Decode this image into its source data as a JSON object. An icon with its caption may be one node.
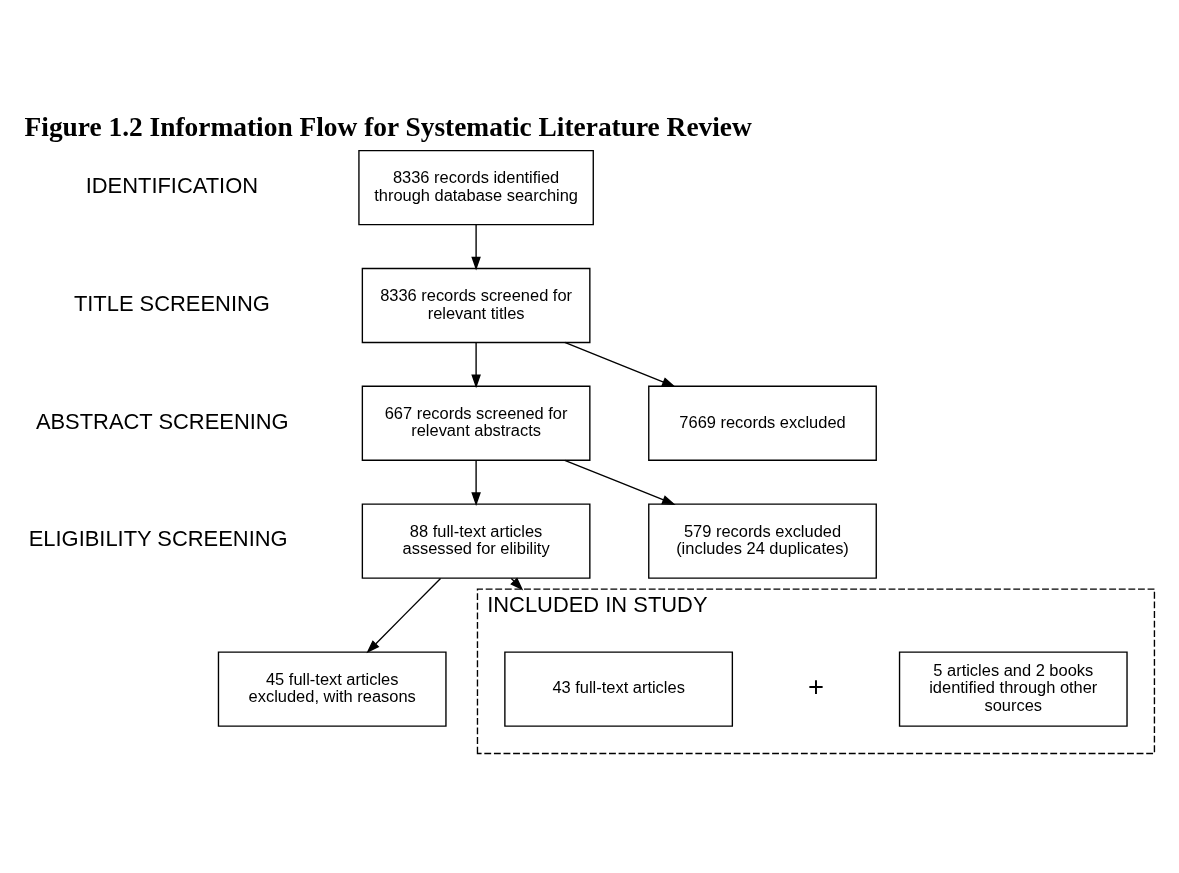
{
  "diagram": {
    "title": "Figure 1.2 Information Flow for Systematic Literature Review",
    "nodes": [
      {
        "text": [
          "8336 records identified through database searching"
        ]
      },
      {
        "text": [
          "8336 records screened for relevant titles"
        ]
      },
      {
        "text": [
          "7669 records excluded"
        ]
      },
      {
        "text": [
          "667 records screened for relevant abstracts"
        ]
      },
      {
        "text": [
          "579 records excluded (includes 24 duplicates)"
        ]
      },
      {
        "text": [
          "88 full-text articles assessed for elibility"
        ]
      },
      {
        "text": [
          "45 full-text articles excluded, with reasons"
        ]
      },
      {
        "text": [
          "INCLUDED IN STUDY"
        ]
      },
      {
        "text": [
          "43 full-text articles"
        ],
        "in": 7
      },
      {
        "text": [
          "5 articles and 2 books identified through other sources"
        ],
        "in": 7
      }
    ],
    "edges": [
      {
        "from": 0,
        "to": 1,
        "arrow": "to"
      },
      {
        "from": 1,
        "to": 2,
        "arrow": "to"
      },
      {
        "from": 1,
        "to": 3,
        "arrow": "to"
      },
      {
        "from": 3,
        "to": 4,
        "arrow": "to"
      },
      {
        "from": 3,
        "to": 5,
        "arrow": "to"
      },
      {
        "from": 5,
        "to": 6,
        "arrow": "to"
      },
      {
        "from": 5,
        "to": 7,
        "arrow": "to"
      }
    ],
    "labels": [
      "IDENTIFICATION",
      "TITLE SCREENING",
      "ABSTRACT SCREENING",
      "ELIGIBILITY SCREENING",
      "+"
    ]
  }
}
